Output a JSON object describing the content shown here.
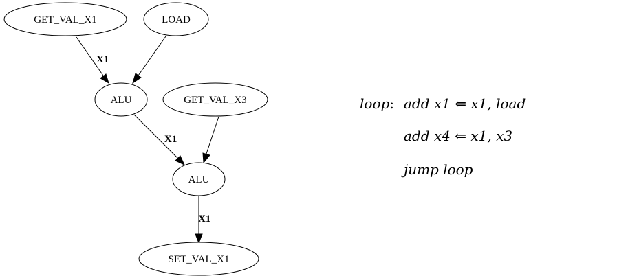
{
  "diagram": {
    "nodes": [
      {
        "id": "n1",
        "label": "GET_VAL_X1"
      },
      {
        "id": "n2",
        "label": "LOAD"
      },
      {
        "id": "n3",
        "label": "ALU"
      },
      {
        "id": "n4",
        "label": "GET_VAL_X3"
      },
      {
        "id": "n5",
        "label": "ALU"
      },
      {
        "id": "n6",
        "label": "SET_VAL_X1"
      }
    ],
    "edges": [
      {
        "from": "n1",
        "to": "n3",
        "label": "X1"
      },
      {
        "from": "n2",
        "to": "n3",
        "label": ""
      },
      {
        "from": "n3",
        "to": "n5",
        "label": "X1"
      },
      {
        "from": "n4",
        "to": "n5",
        "label": ""
      },
      {
        "from": "n5",
        "to": "n6",
        "label": "X1"
      }
    ]
  },
  "code": {
    "label": "loop",
    "label_sep": ":",
    "lines": [
      "add x1 ⇐ x1, load",
      "add x4 ⇐ x1, x3",
      "jump loop"
    ]
  }
}
